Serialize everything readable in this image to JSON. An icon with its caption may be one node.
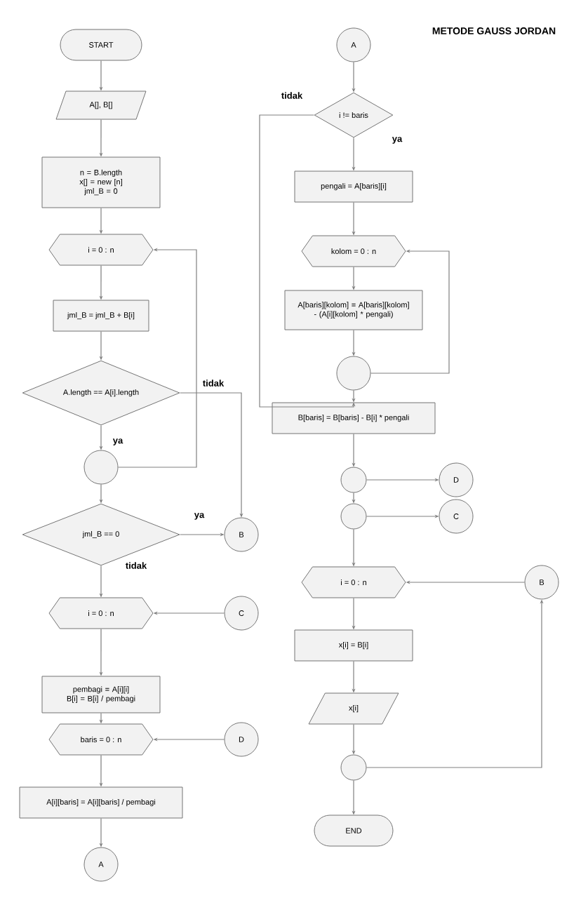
{
  "diagram": {
    "title": "METODE GAUSS JORDAN",
    "nodes": [
      {
        "text": [
          "START"
        ]
      },
      {
        "text": [
          "A[], B[]"
        ]
      },
      {
        "text": [
          "n = B.length x[] = new [n] jml_B = 0"
        ]
      },
      {
        "text": [
          "i = 0 : n"
        ]
      },
      {
        "text": [
          "jml_B = jml_B + B[i]"
        ]
      },
      {
        "text": [
          "A.length == A[i].length"
        ]
      },
      {
        "text": [],
        "shape": "circle"
      },
      {
        "text": [
          "jml_B == 0"
        ]
      },
      {
        "text": [
          "B"
        ]
      },
      {
        "text": [
          "i = 0 : n"
        ]
      },
      {
        "text": [
          "C"
        ]
      },
      {
        "text": [
          "pembagi = A[i][i] B[i] = B[i] / pembagi"
        ]
      },
      {
        "text": [
          "baris = 0 : n"
        ]
      },
      {
        "text": [
          "D"
        ]
      },
      {
        "text": [
          "A[i][baris] = A[i][baris] / pembagi"
        ]
      },
      {
        "text": [
          "A"
        ]
      },
      {
        "text": [
          "A"
        ]
      },
      {
        "text": [
          "i != baris"
        ]
      },
      {
        "text": [
          "pengali = A[baris][i]"
        ]
      },
      {
        "text": [
          "kolom = 0 : n"
        ]
      },
      {
        "text": [
          "A[baris][kolom] = A[baris][kolom] - (A[i][kolom] * pengali)"
        ]
      },
      {
        "text": [],
        "shape": "circle"
      },
      {
        "text": [
          "B[baris] = B[baris] - B[i] * pengali"
        ]
      },
      {
        "text": [],
        "shape": "circle"
      },
      {
        "text": [
          "D"
        ]
      },
      {
        "text": [],
        "shape": "circle"
      },
      {
        "text": [
          "C"
        ]
      },
      {
        "text": [
          "i = 0 : n"
        ]
      },
      {
        "text": [
          "x[i] = B[i]"
        ]
      },
      {
        "text": [
          "x[i]"
        ]
      },
      {
        "text": [],
        "shape": "circle"
      },
      {
        "text": [
          "END"
        ]
      },
      {
        "text": [
          "B"
        ]
      }
    ],
    "edges": [
      {
        "from": 0,
        "to": 1,
        "arrow": "to"
      },
      {
        "from": 1,
        "to": 2,
        "arrow": "to"
      },
      {
        "from": 2,
        "to": 3,
        "arrow": "to"
      },
      {
        "from": 3,
        "to": 4,
        "arrow": "to"
      },
      {
        "from": 4,
        "to": 5,
        "arrow": "to"
      },
      {
        "from": 5,
        "to": 6,
        "arrow": "to",
        "label": "ya"
      },
      {
        "from": 5,
        "to": 8,
        "arrow": "to",
        "label": "tidak"
      },
      {
        "from": 6,
        "to": 3,
        "arrow": "to"
      },
      {
        "from": 6,
        "to": 7,
        "arrow": "to"
      },
      {
        "from": 7,
        "to": 8,
        "arrow": "to",
        "label": "ya"
      },
      {
        "from": 7,
        "to": 9,
        "arrow": "to",
        "label": "tidak"
      },
      {
        "from": 10,
        "to": 9,
        "arrow": "to"
      },
      {
        "from": 9,
        "to": 11,
        "arrow": "to"
      },
      {
        "from": 11,
        "to": 12,
        "arrow": "to"
      },
      {
        "from": 13,
        "to": 12,
        "arrow": "to"
      },
      {
        "from": 12,
        "to": 14,
        "arrow": "to"
      },
      {
        "from": 14,
        "to": 15,
        "arrow": "to"
      },
      {
        "from": 16,
        "to": 17,
        "arrow": "to"
      },
      {
        "from": 17,
        "to": 18,
        "arrow": "to",
        "label": "ya"
      },
      {
        "from": 17,
        "to": 22,
        "arrow": "to",
        "label": "tidak"
      },
      {
        "from": 18,
        "to": 19,
        "arrow": "to"
      },
      {
        "from": 19,
        "to": 20,
        "arrow": "to"
      },
      {
        "from": 20,
        "to": 21,
        "arrow": "to"
      },
      {
        "from": 21,
        "to": 19,
        "arrow": "to"
      },
      {
        "from": 21,
        "to": 22,
        "arrow": "to"
      },
      {
        "from": 22,
        "to": 23,
        "arrow": "to"
      },
      {
        "from": 23,
        "to": 24,
        "arrow": "to"
      },
      {
        "from": 23,
        "to": 25,
        "arrow": "to"
      },
      {
        "from": 25,
        "to": 26,
        "arrow": "to"
      },
      {
        "from": 25,
        "to": 27,
        "arrow": "to"
      },
      {
        "from": 27,
        "to": 28,
        "arrow": "to"
      },
      {
        "from": 28,
        "to": 29,
        "arrow": "to"
      },
      {
        "from": 29,
        "to": 30,
        "arrow": "to"
      },
      {
        "from": 30,
        "to": 31,
        "arrow": "to"
      },
      {
        "from": 30,
        "to": 32,
        "arrow": "to"
      },
      {
        "from": 32,
        "to": 27,
        "arrow": "to"
      }
    ]
  }
}
